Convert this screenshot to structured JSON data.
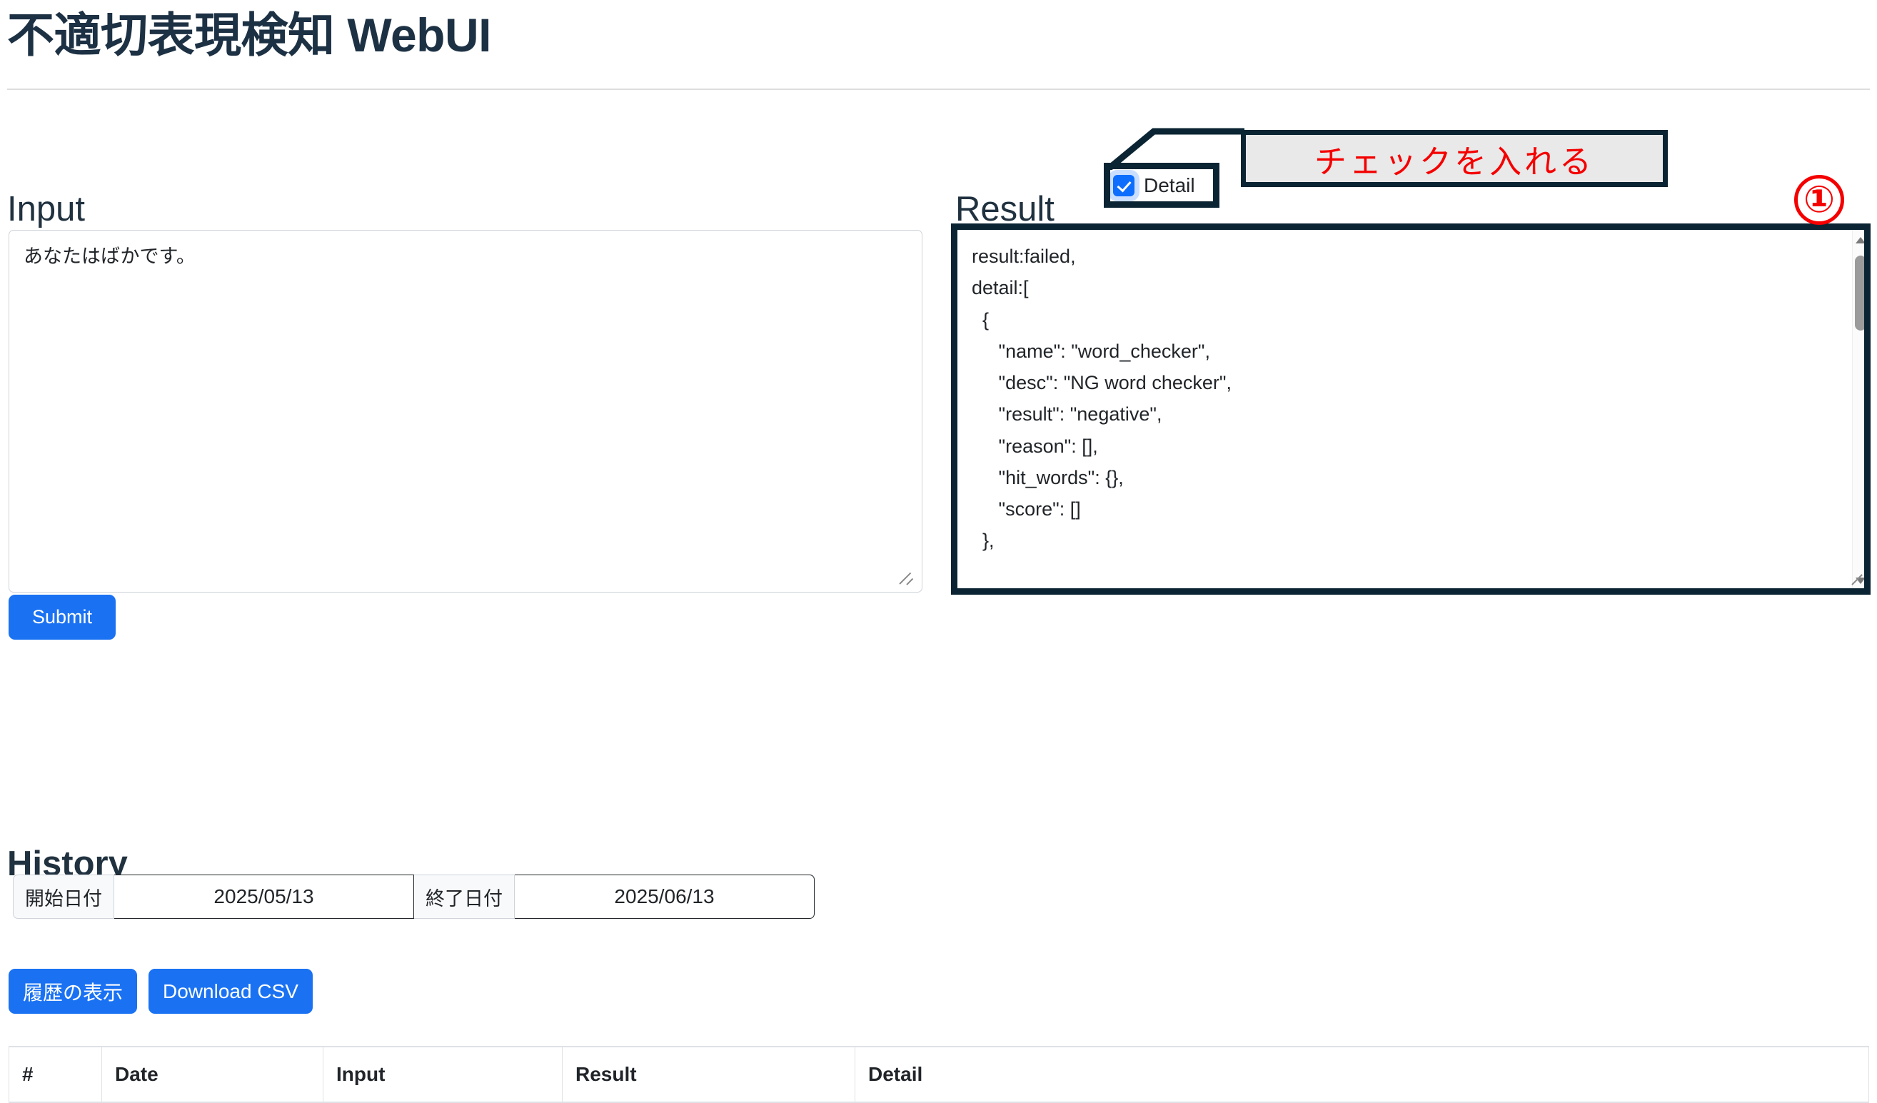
{
  "page": {
    "title": "不適切表現検知 WebUI"
  },
  "input": {
    "heading": "Input",
    "textarea_value": "あなたはばかです。",
    "textarea_placeholder": "",
    "submit_label": "Submit"
  },
  "result": {
    "heading": "Result",
    "detail_checkbox_label": "Detail",
    "detail_checked": true,
    "content": "result:failed,\ndetail:[\n  {\n     \"name\": \"word_checker\",\n     \"desc\": \"NG word checker\",\n     \"result\": \"negative\",\n     \"reason\": [],\n     \"hit_words\": {},\n     \"score\": []\n  },"
  },
  "annotations": {
    "callout_text": "チェックを入れる",
    "step_number": "①",
    "accent_color": "#f40000",
    "box_color": "#0b2433",
    "callout_bg": "#e9e9e9"
  },
  "history": {
    "heading": "History",
    "start_date_label": "開始日付",
    "start_date_value": "2025/05/13",
    "end_date_label": "終了日付",
    "end_date_value": "2025/06/13",
    "show_history_label": "履歴の表示",
    "download_csv_label": "Download CSV",
    "table": {
      "columns": [
        "#",
        "Date",
        "Input",
        "Result",
        "Detail"
      ],
      "rows": []
    }
  },
  "theme": {
    "primary_button": "#1a72f3",
    "checkbox_blue": "#0d6efd",
    "heading_color": "#20313f"
  }
}
